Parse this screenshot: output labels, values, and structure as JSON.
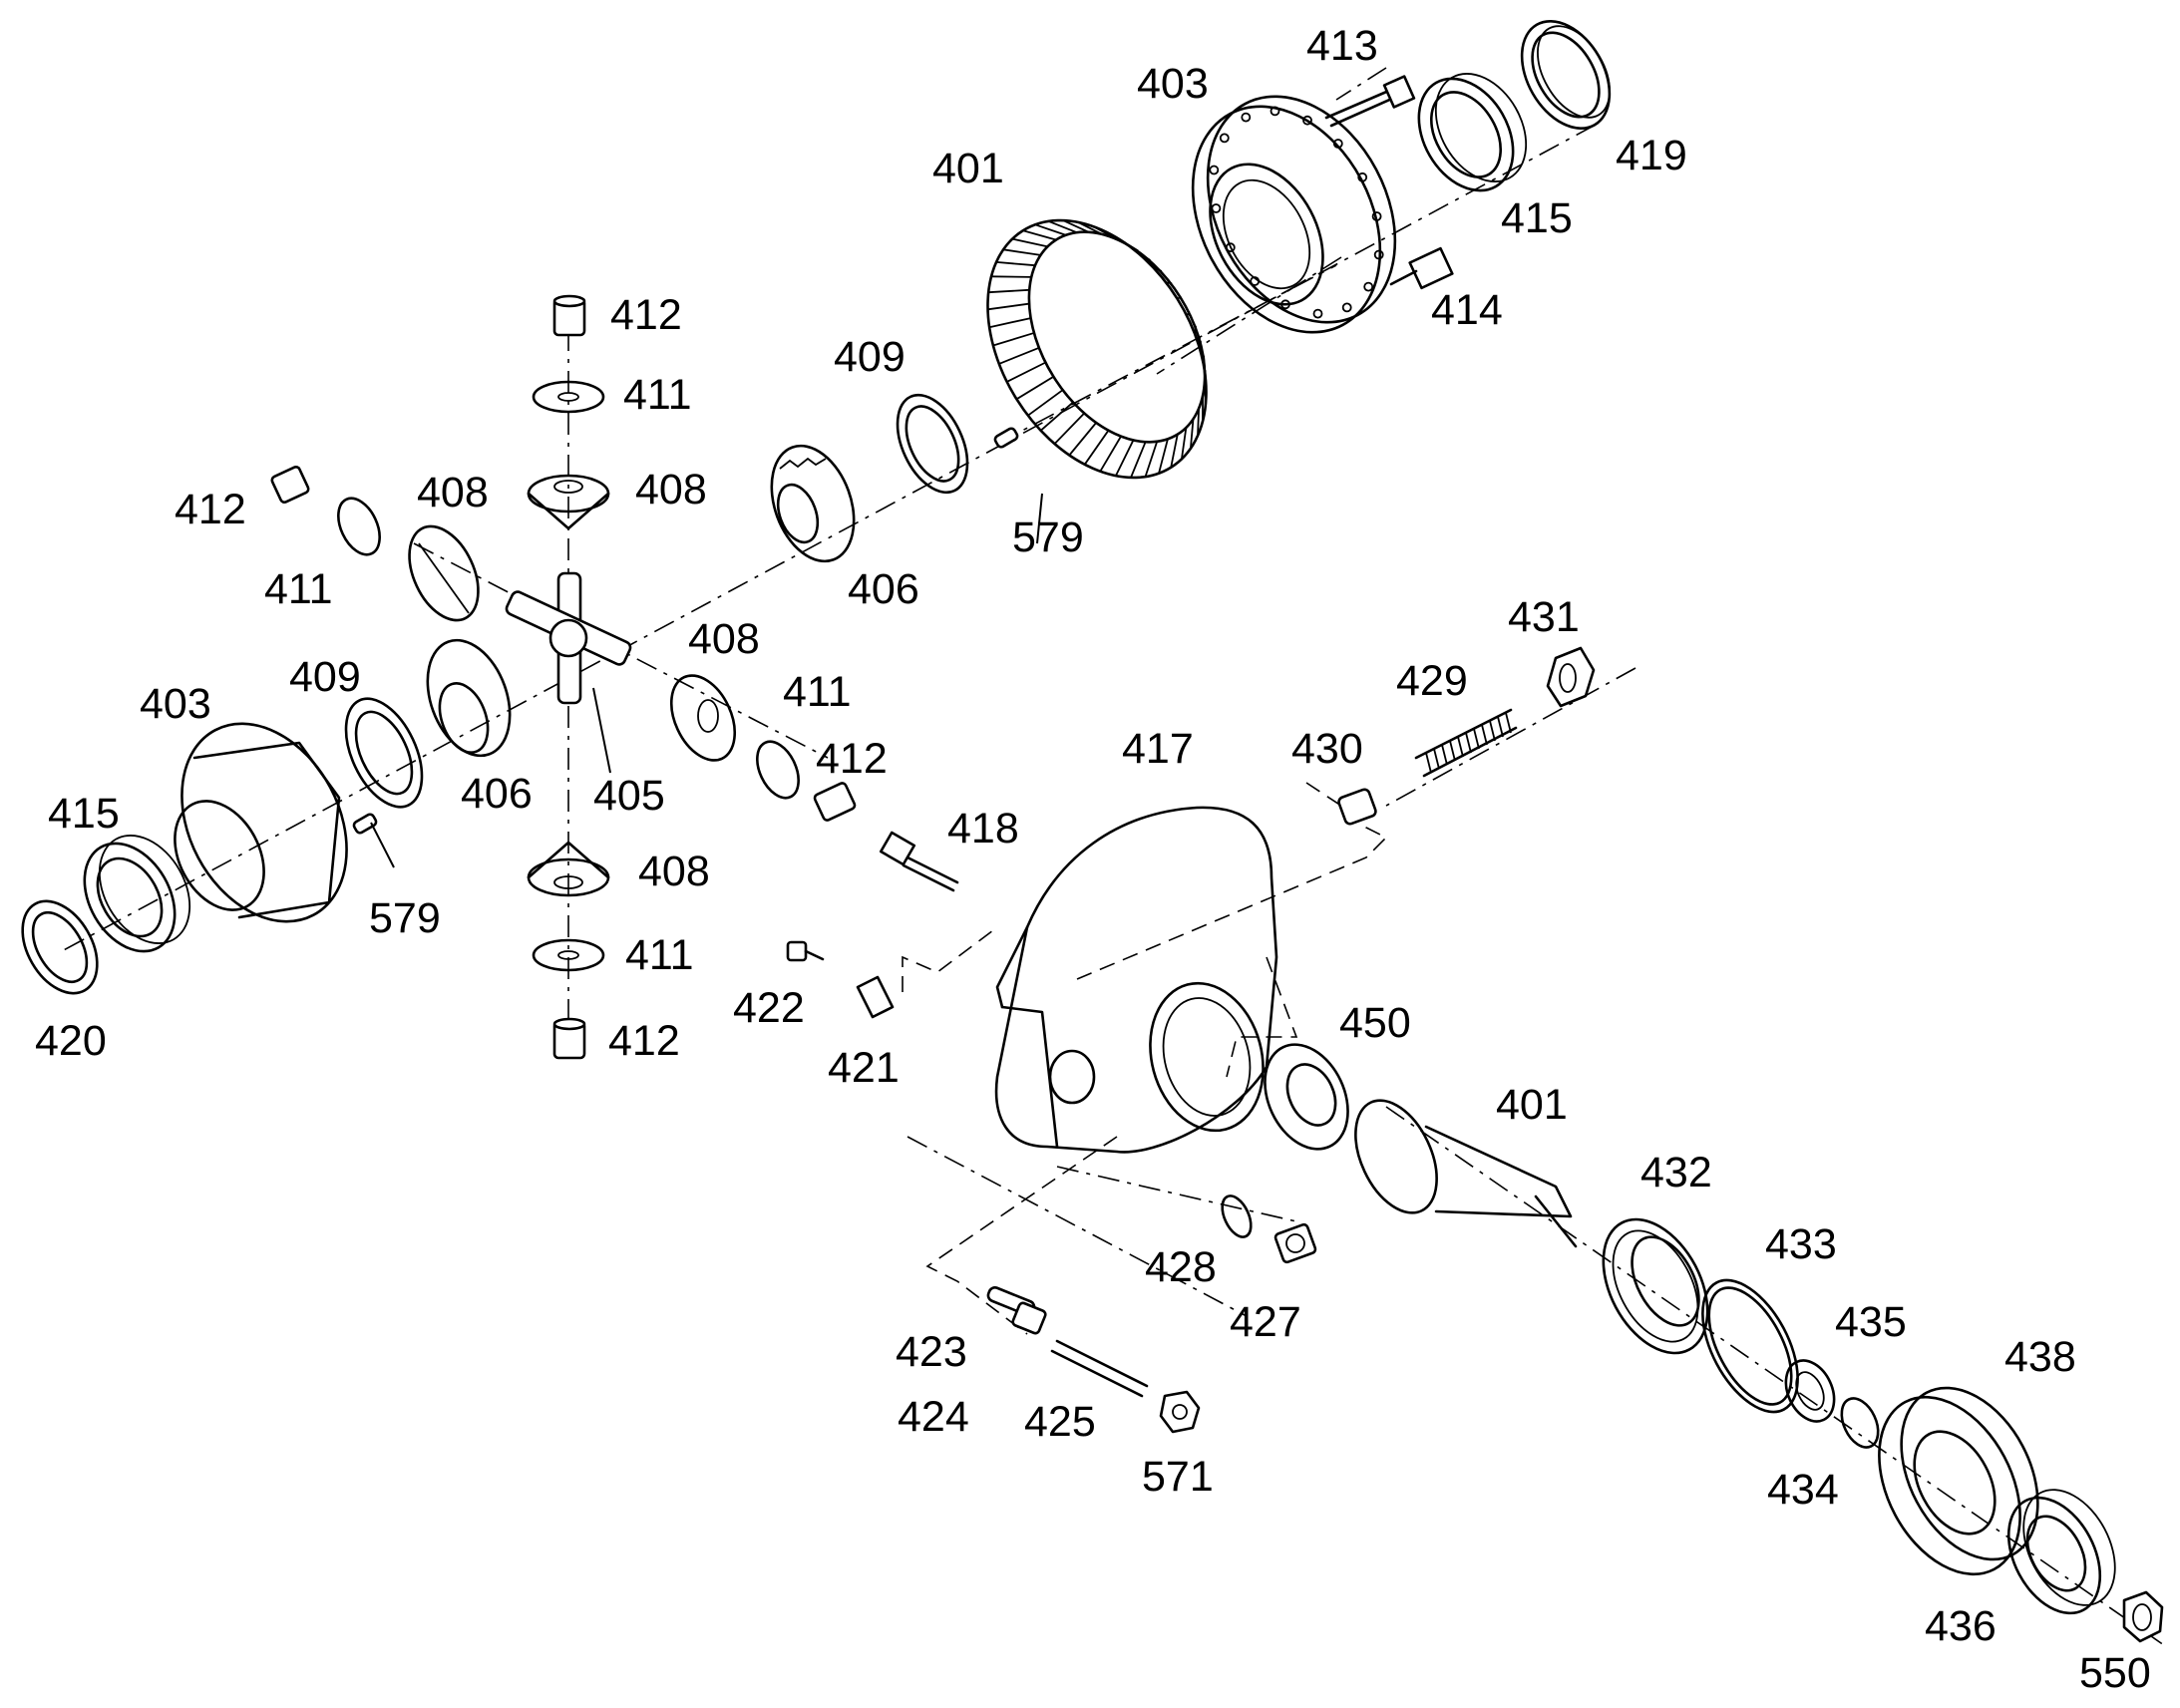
{
  "diagram": {
    "labels": [
      {
        "id": "l403a",
        "text": "403"
      },
      {
        "id": "l413",
        "text": "413"
      },
      {
        "id": "l419",
        "text": "419"
      },
      {
        "id": "l401a",
        "text": "401"
      },
      {
        "id": "l415a",
        "text": "415"
      },
      {
        "id": "l414",
        "text": "414"
      },
      {
        "id": "l412a",
        "text": "412"
      },
      {
        "id": "l411a",
        "text": "411"
      },
      {
        "id": "l409a",
        "text": "409"
      },
      {
        "id": "l579a",
        "text": "579"
      },
      {
        "id": "l412b",
        "text": "412"
      },
      {
        "id": "l408a",
        "text": "408"
      },
      {
        "id": "l408b",
        "text": "408"
      },
      {
        "id": "l411b",
        "text": "411"
      },
      {
        "id": "l406a",
        "text": "406"
      },
      {
        "id": "l431",
        "text": "431"
      },
      {
        "id": "l429",
        "text": "429"
      },
      {
        "id": "l408c",
        "text": "408"
      },
      {
        "id": "l409b",
        "text": "409"
      },
      {
        "id": "l403b",
        "text": "403"
      },
      {
        "id": "l411c",
        "text": "411"
      },
      {
        "id": "l417",
        "text": "417"
      },
      {
        "id": "l430",
        "text": "430"
      },
      {
        "id": "l412c",
        "text": "412"
      },
      {
        "id": "l406b",
        "text": "406"
      },
      {
        "id": "l405",
        "text": "405"
      },
      {
        "id": "l415b",
        "text": "415"
      },
      {
        "id": "l418",
        "text": "418"
      },
      {
        "id": "l579b",
        "text": "579"
      },
      {
        "id": "l408d",
        "text": "408"
      },
      {
        "id": "l411d",
        "text": "411"
      },
      {
        "id": "l422",
        "text": "422"
      },
      {
        "id": "l450",
        "text": "450"
      },
      {
        "id": "l420",
        "text": "420"
      },
      {
        "id": "l412d",
        "text": "412"
      },
      {
        "id": "l421",
        "text": "421"
      },
      {
        "id": "l401b",
        "text": "401"
      },
      {
        "id": "l432",
        "text": "432"
      },
      {
        "id": "l433",
        "text": "433"
      },
      {
        "id": "l428",
        "text": "428"
      },
      {
        "id": "l427",
        "text": "427"
      },
      {
        "id": "l435",
        "text": "435"
      },
      {
        "id": "l438",
        "text": "438"
      },
      {
        "id": "l423",
        "text": "423"
      },
      {
        "id": "l424",
        "text": "424"
      },
      {
        "id": "l425",
        "text": "425"
      },
      {
        "id": "l434",
        "text": "434"
      },
      {
        "id": "l571",
        "text": "571"
      },
      {
        "id": "l436",
        "text": "436"
      },
      {
        "id": "l550",
        "text": "550"
      }
    ]
  }
}
